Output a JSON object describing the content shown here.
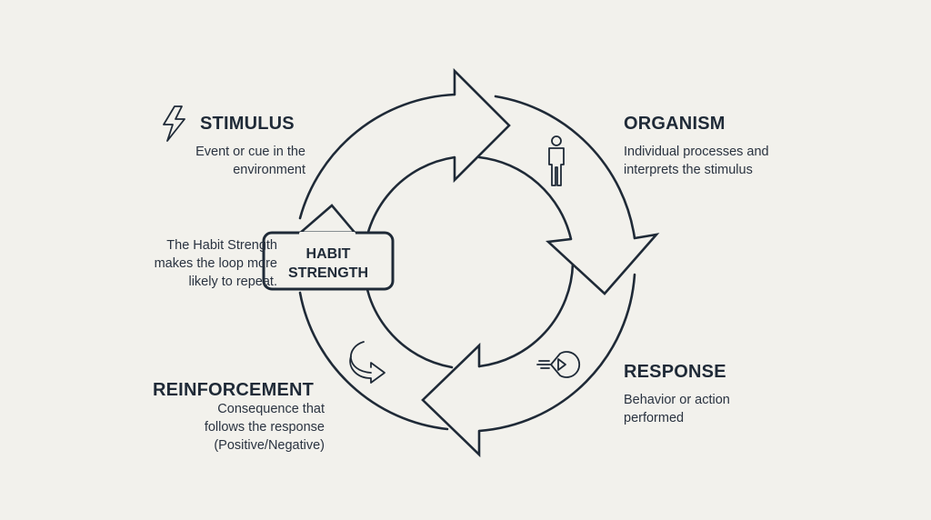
{
  "stimulus": {
    "title": "STIMULUS",
    "desc": [
      "Event or cue in the",
      "environment"
    ],
    "icon": "lightning-icon"
  },
  "organism": {
    "title": "ORGANISM",
    "desc": [
      "Individual processes and",
      "interprets the stimulus"
    ],
    "icon": "person-icon"
  },
  "response": {
    "title": "RESPONSE",
    "desc": [
      "Behavior or action",
      "performed"
    ],
    "icon": "response-play-icon"
  },
  "reinforcement": {
    "title": "REINFORCEMENT",
    "desc": [
      "Consequence that",
      "follows the response",
      "(Positive/Negative)"
    ],
    "icon": "curved-arrow-icon"
  },
  "habit": {
    "label": [
      "HABIT",
      "STRENGTH"
    ],
    "note": [
      "The Habit Strength",
      "makes the loop more",
      "likely to repeat."
    ]
  },
  "colors": {
    "background": "#f2f1ec",
    "stroke": "#1f2a37"
  }
}
